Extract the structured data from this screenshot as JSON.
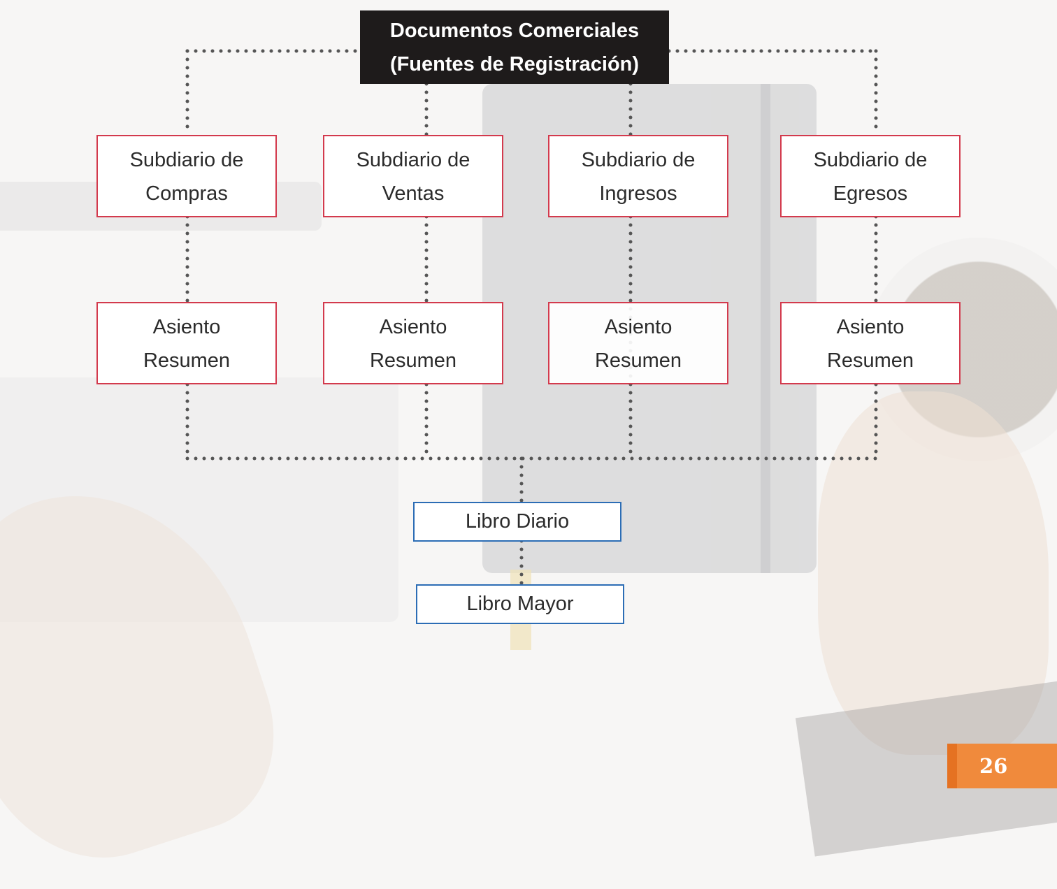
{
  "title": {
    "line1": "Documentos Comerciales",
    "line2": "(Fuentes de Registración)"
  },
  "subdiarios": [
    {
      "line1": "Subdiario de",
      "line2": "Compras"
    },
    {
      "line1": "Subdiario de",
      "line2": "Ventas"
    },
    {
      "line1": "Subdiario de",
      "line2": "Ingresos"
    },
    {
      "line1": "Subdiario de",
      "line2": "Egresos"
    }
  ],
  "asientos": [
    {
      "line1": "Asiento",
      "line2": "Resumen"
    },
    {
      "line1": "Asiento",
      "line2": "Resumen"
    },
    {
      "line1": "Asiento",
      "line2": "Resumen"
    },
    {
      "line1": "Asiento",
      "line2": "Resumen"
    }
  ],
  "libro_diario": "Libro Diario",
  "libro_mayor": "Libro Mayor",
  "page_number": "26",
  "colors": {
    "title_bg": "#1e1b1b",
    "red_border": "#d33a4d",
    "blue_border": "#2c6db5",
    "connector": "#555555",
    "page_badge": "#f08a3c"
  }
}
